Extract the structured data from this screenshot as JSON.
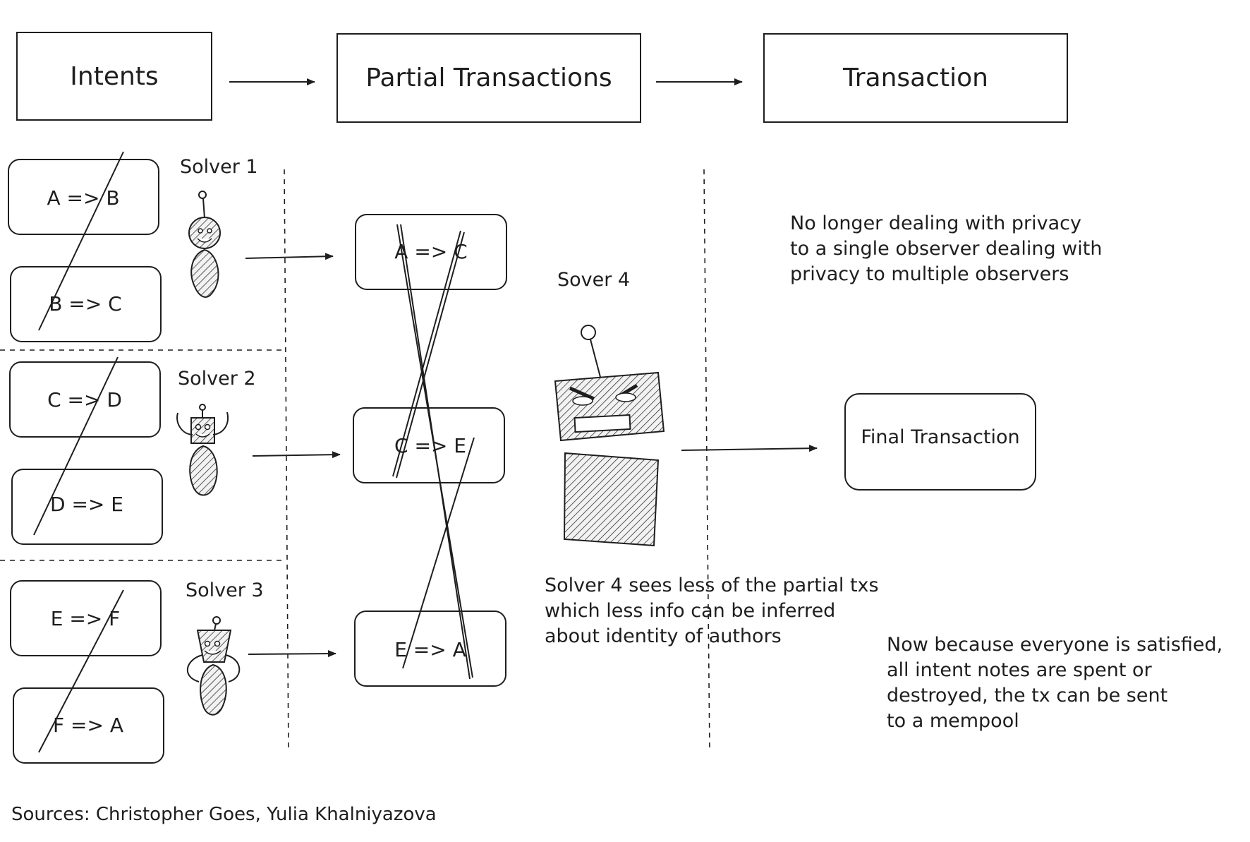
{
  "stages": [
    "Intents",
    "Partial Transactions",
    "Transaction"
  ],
  "intents": [
    {
      "text": "A => B"
    },
    {
      "text": "B => C"
    },
    {
      "text": "C => D"
    },
    {
      "text": "D => E"
    },
    {
      "text": "E => F"
    },
    {
      "text": "F => A"
    }
  ],
  "solvers": [
    "Solver 1",
    "Solver 2",
    "Solver 3"
  ],
  "partials": [
    "A => C",
    "C => E",
    "E => A"
  ],
  "aggregator": "Sover 4",
  "final_tx": "Final Transaction",
  "notes": {
    "privacy": [
      "No longer dealing with privacy",
      "to a single observer dealing with",
      "privacy to multiple observers"
    ],
    "solver4": [
      "Solver 4 sees less of the partial txs",
      "which less info can be inferred",
      "about identity of authors"
    ],
    "mempool": [
      "Now because everyone is satisfied,",
      "all intent notes are spent or",
      "destroyed, the tx can be sent",
      "to a mempool"
    ]
  },
  "sources": "Sources: Christopher Goes, Yulia Khalniyazova"
}
